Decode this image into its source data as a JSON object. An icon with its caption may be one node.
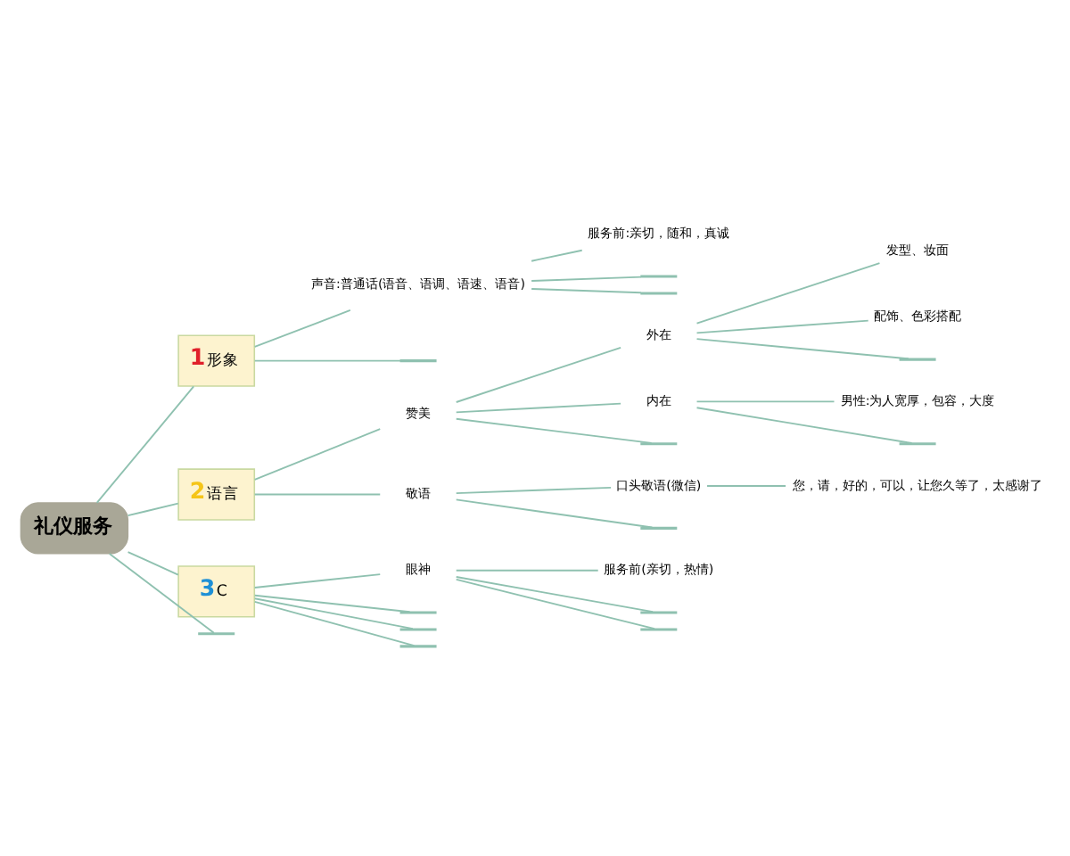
{
  "diagram": {
    "nodes": [
      {
        "text": [
          "礼仪服务"
        ]
      },
      {
        "text": [
          "1",
          "形象"
        ]
      },
      {
        "text": [
          "声音:普通话(语音、语调、语速、语音)"
        ]
      },
      {
        "text": [
          "服务前:亲切，随和，真诚"
        ]
      },
      {
        "text": [],
        "shape": "bar"
      },
      {
        "text": [],
        "shape": "bar"
      },
      {
        "text": [],
        "shape": "bar"
      },
      {
        "text": [
          "2",
          "语言"
        ]
      },
      {
        "text": [
          "赞美"
        ]
      },
      {
        "text": [
          "外在"
        ]
      },
      {
        "text": [
          "发型、妆面"
        ]
      },
      {
        "text": [
          "配饰、色彩搭配"
        ]
      },
      {
        "text": [],
        "shape": "bar"
      },
      {
        "text": [
          "内在"
        ]
      },
      {
        "text": [
          "男性:为人宽厚，包容，大度"
        ]
      },
      {
        "text": [],
        "shape": "bar"
      },
      {
        "text": [],
        "shape": "bar"
      },
      {
        "text": [
          "敬语"
        ]
      },
      {
        "text": [
          "口头敬语(微信)"
        ]
      },
      {
        "text": [
          "您，请，好的，可以，让您久等了，太感谢了"
        ]
      },
      {
        "text": [],
        "shape": "bar"
      },
      {
        "text": [
          "3",
          "C"
        ]
      },
      {
        "text": [
          "眼神"
        ]
      },
      {
        "text": [
          "服务前(亲切，热情)"
        ]
      },
      {
        "text": [],
        "shape": "bar"
      },
      {
        "text": [],
        "shape": "bar"
      },
      {
        "text": [],
        "shape": "bar"
      },
      {
        "text": [],
        "shape": "bar"
      },
      {
        "text": [],
        "shape": "bar"
      },
      {
        "text": [],
        "shape": "bar"
      }
    ],
    "edges": [
      {
        "from": 0,
        "to": 1,
        "arrow": "none"
      },
      {
        "from": 1,
        "to": 2,
        "arrow": "none"
      },
      {
        "from": 2,
        "to": 3,
        "arrow": "none"
      },
      {
        "from": 2,
        "to": 4,
        "arrow": "none"
      },
      {
        "from": 2,
        "to": 5,
        "arrow": "none"
      },
      {
        "from": 1,
        "to": 6,
        "arrow": "none"
      },
      {
        "from": 0,
        "to": 7,
        "arrow": "none"
      },
      {
        "from": 7,
        "to": 8,
        "arrow": "none"
      },
      {
        "from": 8,
        "to": 9,
        "arrow": "none"
      },
      {
        "from": 9,
        "to": 10,
        "arrow": "none"
      },
      {
        "from": 9,
        "to": 11,
        "arrow": "none"
      },
      {
        "from": 9,
        "to": 12,
        "arrow": "none"
      },
      {
        "from": 8,
        "to": 13,
        "arrow": "none"
      },
      {
        "from": 13,
        "to": 14,
        "arrow": "none"
      },
      {
        "from": 13,
        "to": 15,
        "arrow": "none"
      },
      {
        "from": 8,
        "to": 16,
        "arrow": "none"
      },
      {
        "from": 7,
        "to": 17,
        "arrow": "none"
      },
      {
        "from": 17,
        "to": 18,
        "arrow": "none"
      },
      {
        "from": 18,
        "to": 19,
        "arrow": "none"
      },
      {
        "from": 17,
        "to": 20,
        "arrow": "none"
      },
      {
        "from": 0,
        "to": 21,
        "arrow": "none"
      },
      {
        "from": 21,
        "to": 22,
        "arrow": "none"
      },
      {
        "from": 22,
        "to": 23,
        "arrow": "none"
      },
      {
        "from": 22,
        "to": 24,
        "arrow": "none"
      },
      {
        "from": 22,
        "to": 25,
        "arrow": "none"
      },
      {
        "from": 21,
        "to": 26,
        "arrow": "none"
      },
      {
        "from": 21,
        "to": 27,
        "arrow": "none"
      },
      {
        "from": 21,
        "to": 28,
        "arrow": "none"
      },
      {
        "from": 0,
        "to": 29,
        "arrow": "none"
      }
    ]
  }
}
